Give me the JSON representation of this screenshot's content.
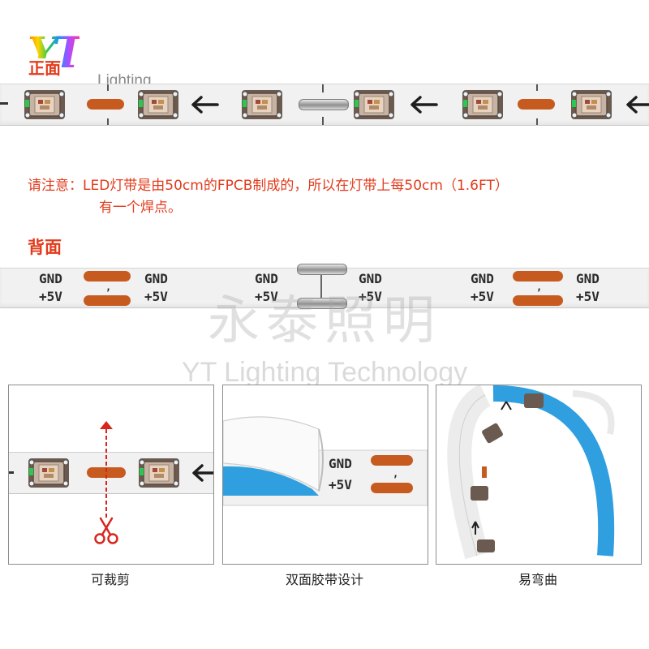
{
  "logo": {
    "mark": "YT",
    "chinese": "正面",
    "sub": "Lighting"
  },
  "front_strip": {
    "icons": [
      "led-chip-icon",
      "solder-pad-icon",
      "direction-arrow-left-icon",
      "splice-joint-icon"
    ]
  },
  "notice": {
    "line1": "请注意：LED灯带是由50cm的FPCB制成的，所以在灯带上每50cm（1.6FT）",
    "line2": "有一个焊点。"
  },
  "back_heading": "背面",
  "back_strip": {
    "gnd_label": "GND",
    "v5_label": "+5V",
    "divider_mark": ","
  },
  "watermark": {
    "chinese": "永泰照明",
    "english": "YT Lighting Technology"
  },
  "panels": {
    "cut": {
      "caption": "可裁剪",
      "icon": "scissors-icon",
      "line_color": "#d7261e"
    },
    "tape": {
      "caption": "双面胶带设计",
      "gnd": "GND",
      "v5": "+5V",
      "tape_color": "#2f9fe0"
    },
    "bend": {
      "caption": "易弯曲",
      "tape_color": "#2f9fe0"
    }
  },
  "colors": {
    "accent_red": "#e23b1c",
    "pad_orange": "#c75a1f",
    "tape_blue": "#2f9fe0"
  }
}
